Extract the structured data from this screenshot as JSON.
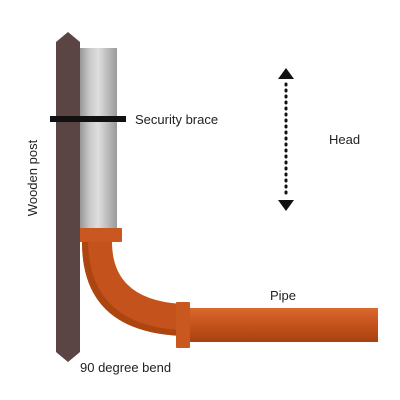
{
  "labels": {
    "security_brace": "Security brace",
    "head": "Head",
    "wooden_post": "Wooden post",
    "pipe": "Pipe",
    "bend": "90 degree bend"
  },
  "colors": {
    "post": "#5a4444",
    "pipe": "#c4521c",
    "pipe_dark": "#9a3c10",
    "cylinder_light": "#d8d8d8",
    "cylinder_dark": "#8a8a8a",
    "brace": "#111111",
    "arrow": "#111111"
  }
}
